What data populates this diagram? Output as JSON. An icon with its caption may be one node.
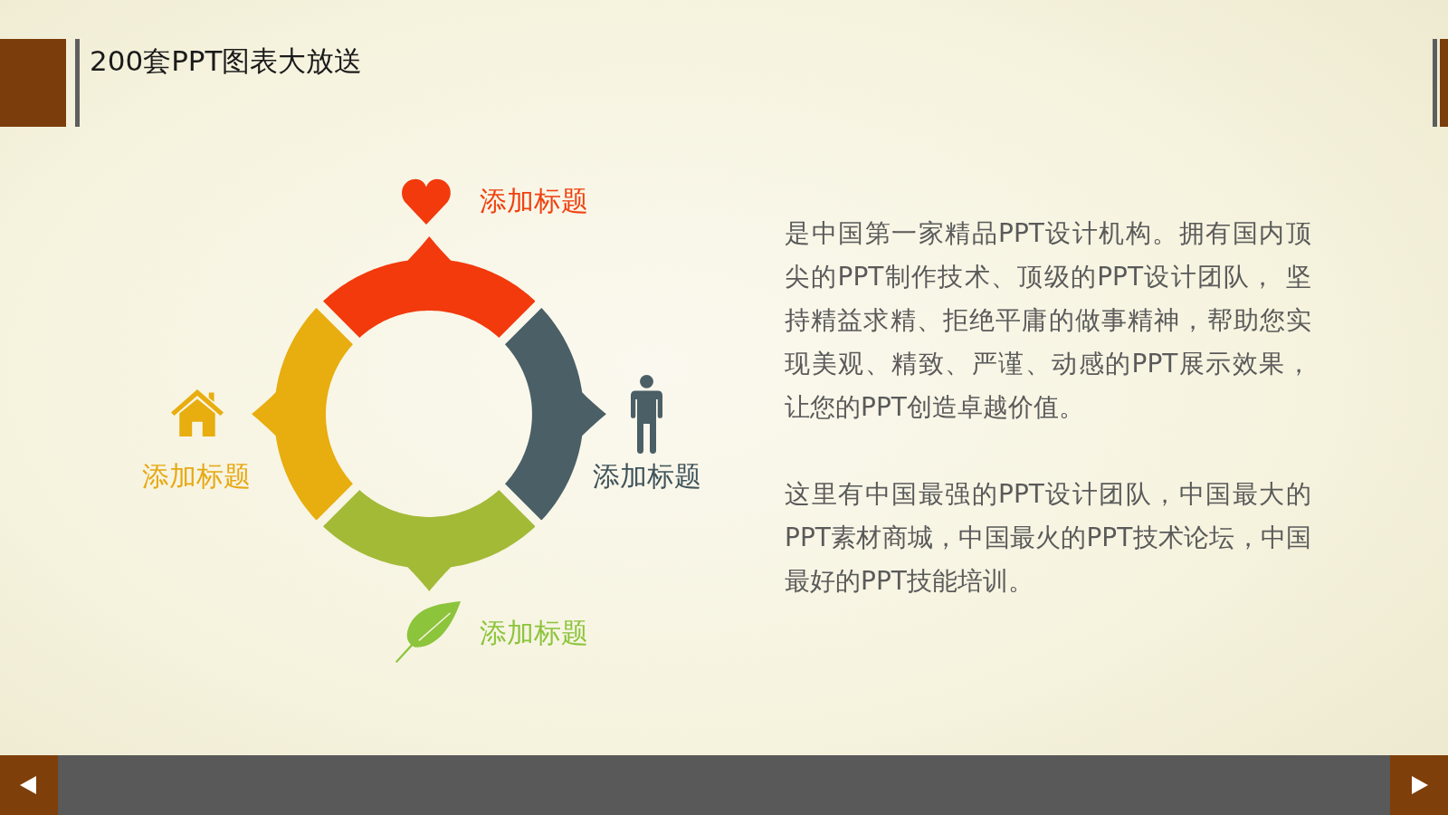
{
  "diagram": {
    "title": "200套PPT图表大放送",
    "nodes": [
      {
        "text": [],
        "shape": "arc",
        "beside": [
          "添加标题"
        ]
      },
      {
        "text": [],
        "shape": "arc",
        "beside": [
          "添加标题"
        ]
      },
      {
        "text": [],
        "shape": "arc",
        "beside": [
          "添加标题"
        ]
      },
      {
        "text": [],
        "shape": "arc",
        "beside": [
          "添加标题"
        ]
      }
    ],
    "labels": [
      "是中国第一家精品PPT设计机构。拥有国内顶尖的PPT制作技术、顶级的PPT设计团队， 坚持精益求精、拒绝平庸的做事精神，帮助您实现美观、精致、严谨、动感的PPT展示效果，让您的PPT创造卓越价值。",
      "这里有中国最强的PPT设计团队，中国最大的PPT素材商城，中国最火的PPT技术论坛，中国最好的PPT技能培训。"
    ]
  }
}
